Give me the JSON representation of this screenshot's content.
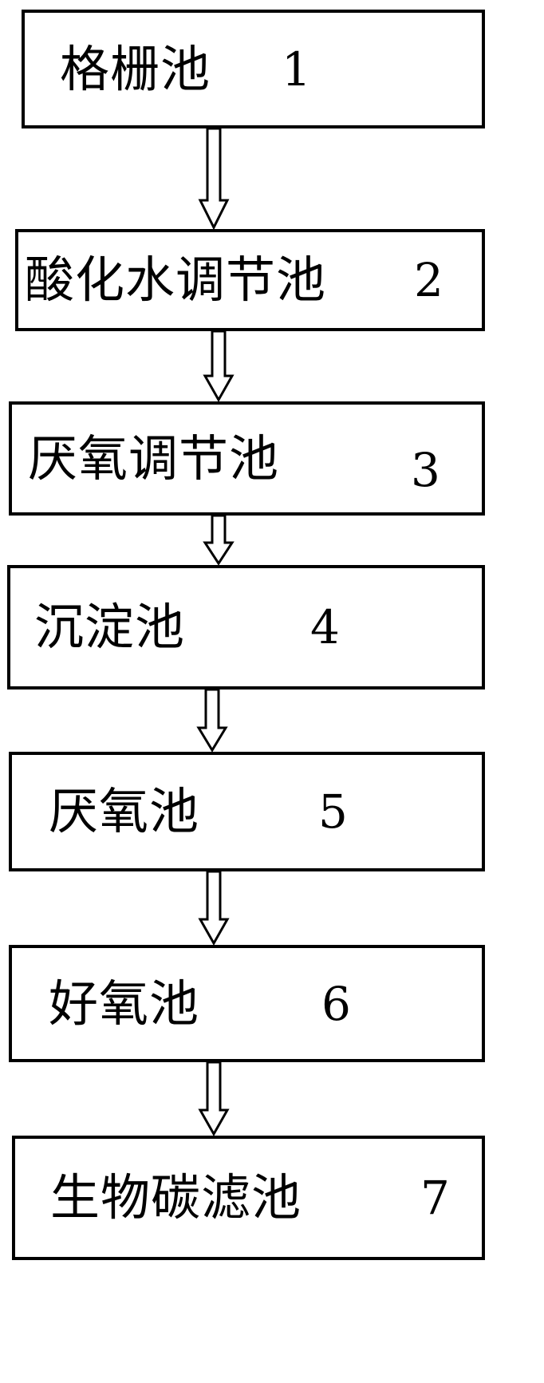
{
  "steps": [
    {
      "label": "格栅池",
      "num": "1"
    },
    {
      "label": "酸化水调节池",
      "num": "2"
    },
    {
      "label": "厌氧调节池",
      "num": "3"
    },
    {
      "label": "沉淀池",
      "num": "4"
    },
    {
      "label": "厌氧池",
      "num": "5"
    },
    {
      "label": "好氧池",
      "num": "6"
    },
    {
      "label": "生物碳滤池",
      "num": "7"
    }
  ]
}
